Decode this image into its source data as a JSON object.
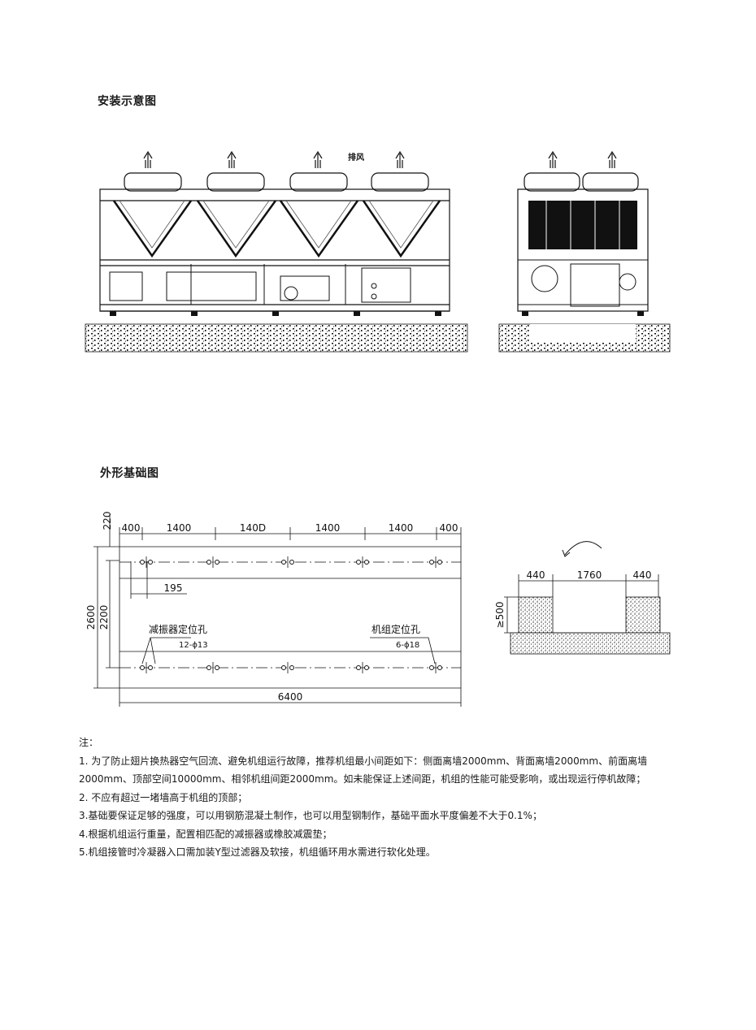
{
  "sections": {
    "install_title": "安装示意图",
    "foundation_title": "外形基础图"
  },
  "install": {
    "label_airflow": "排风"
  },
  "foundation": {
    "top_dims": [
      "400",
      "1400",
      "140D",
      "1400",
      "1400",
      "400"
    ],
    "dim_220": "220",
    "dim_2600": "2600",
    "dim_2200": "2200",
    "dim_195": "195",
    "dim_6400": "6400",
    "damper_label": "减振器定位孔",
    "damper_spec": "12-ϕ13",
    "unit_label": "机组定位孔",
    "unit_spec": "6-ϕ18",
    "side_dims": [
      "440",
      "1760",
      "440"
    ],
    "depth_dim": "≥500"
  },
  "notes": {
    "heading": "注：",
    "lines": [
      "1. 为了防止翅片换热器空气回流、避免机组运行故障，推荐机组最小间距如下：侧面离墙2000mm、背面离墙2000mm、前面离墙",
      "2000mm、顶部空间10000mm、相邻机组间距2000mm。如未能保证上述间距，机组的性能可能受影响，或出现运行停机故障；",
      "2. 不应有超过一堵墙高于机组的顶部；",
      "3.基础要保证足够的强度，可以用钢筋混凝土制作，也可以用型钢制作，基础平面水平度偏差不大于0.1%；",
      "4.根据机组运行重量，配置相匹配的减振器或橡胶减震垫；",
      "5.机组接管时冷凝器入口需加装Y型过滤器及软接，机组循环用水需进行软化处理。"
    ]
  }
}
